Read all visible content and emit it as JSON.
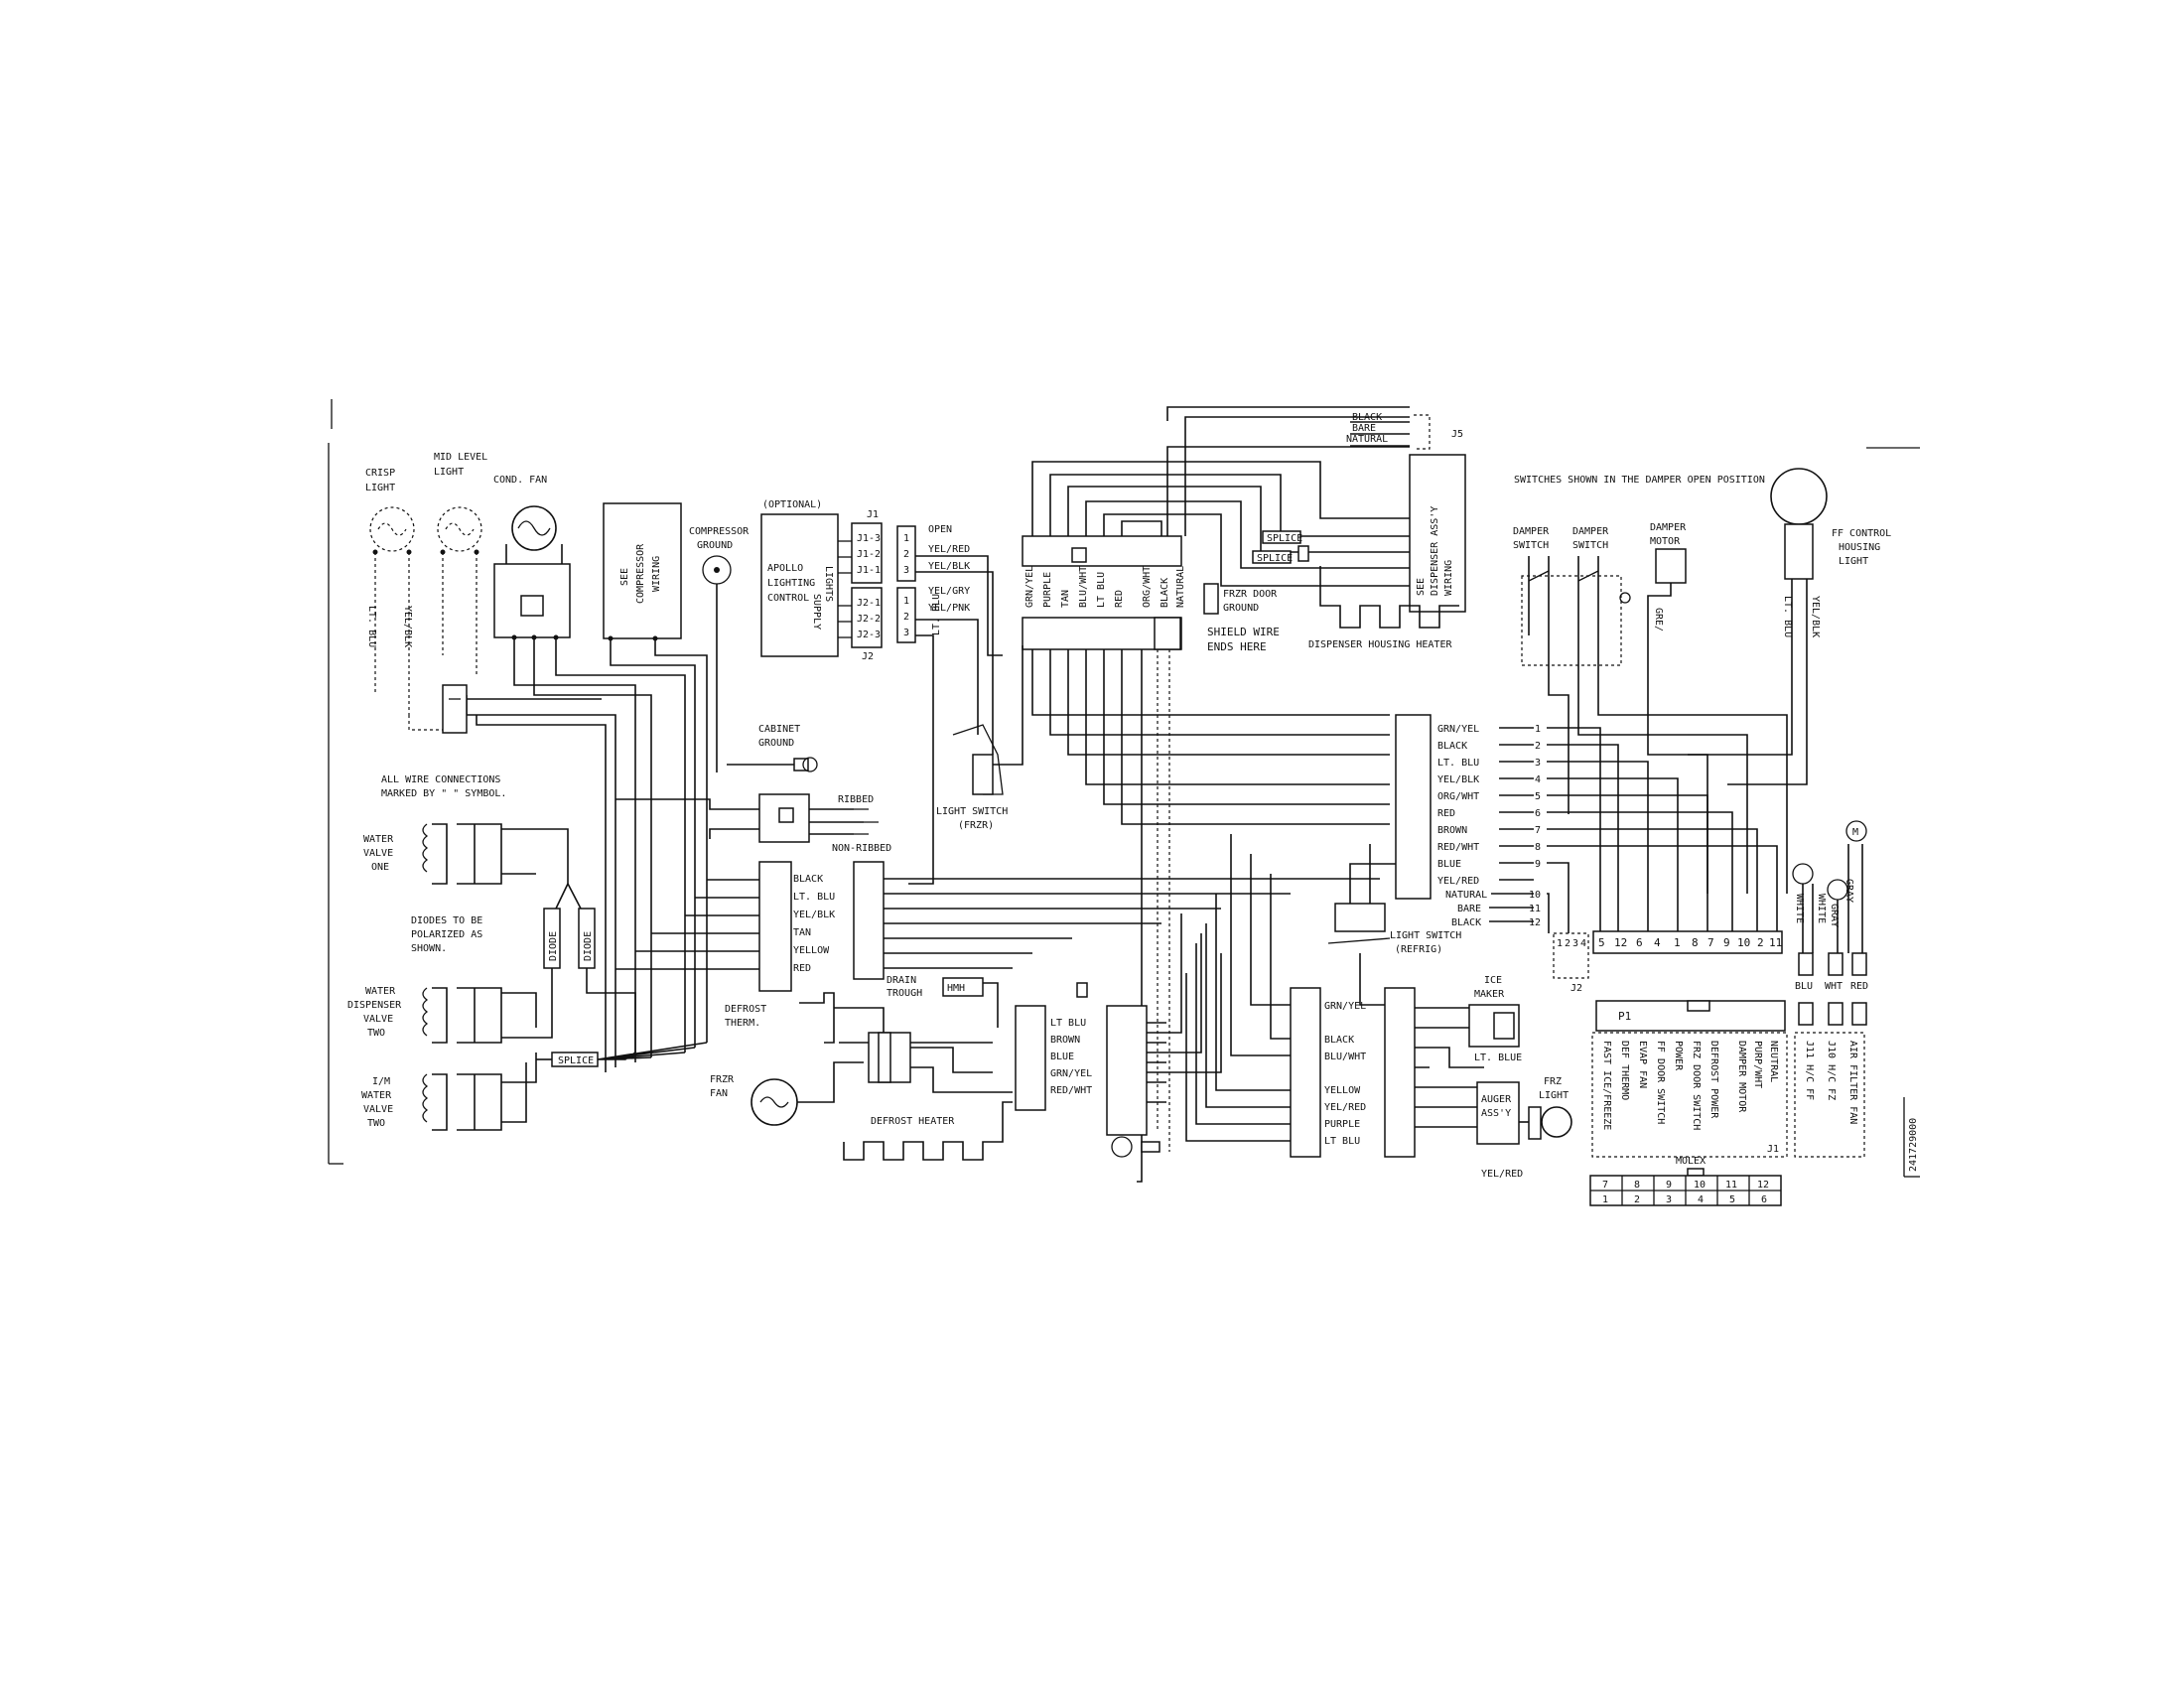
{
  "labels": {
    "crisp_light": [
      "CRISP",
      "LIGHT"
    ],
    "mid_level_light": [
      "MID LEVEL",
      "LIGHT"
    ],
    "cond_fan": "COND. FAN",
    "see_compressor_wiring": [
      "SEE",
      "COMPRESSOR",
      "WIRING"
    ],
    "compressor_ground": [
      "COMPRESSOR",
      "GROUND"
    ],
    "optional": "(OPTIONAL)",
    "apollo": [
      "APOLLO",
      "LIGHTING",
      "CONTROL"
    ],
    "lights": "LIGHTS",
    "supply": "SUPPLY",
    "j1": "J1",
    "j2": "J2",
    "j5": "J5",
    "j1_pins": [
      "J1-3",
      "J1-2",
      "J1-1"
    ],
    "j2_pins": [
      "J2-1",
      "J2-2",
      "J2-3"
    ],
    "plug_left_nums": [
      "1",
      "2",
      "3"
    ],
    "plug_right_nums": [
      "1",
      "2",
      "3"
    ],
    "wire_open": "OPEN",
    "wire_yel_red": "YEL/RED",
    "wire_yel_blk": "YEL/BLK",
    "wire_yel_gry": "YEL/GRY",
    "wire_yel_pnk": "YEL/PNK",
    "lt_blu": "LT. BLU",
    "yel_blk": "YEL/BLK",
    "top_conn_wires": [
      "GRN/YEL",
      "PURPLE",
      "TAN",
      "BLU/WHT",
      "LT BLU",
      "RED",
      "ORG/WHT",
      "BLACK",
      "NATURAL"
    ],
    "j5_wires": [
      "BLACK",
      "BARE",
      "NATURAL"
    ],
    "frzr_door_ground": [
      "FRZR DOOR",
      "GROUND"
    ],
    "shield_wire": [
      "SHIELD WIRE",
      "ENDS HERE"
    ],
    "splice": "SPLICE",
    "see_dispenser": [
      "SEE",
      "DISPENSER ASS'Y",
      "WIRING"
    ],
    "dispenser_housing_heater": "DISPENSER HOUSING HEATER",
    "switches_note": "SWITCHES SHOWN IN THE DAMPER OPEN POSITION",
    "damper_switch_1": [
      "DAMPER",
      "SWITCH"
    ],
    "damper_switch_2": [
      "DAMPER",
      "SWITCH"
    ],
    "damper_motor": [
      "DAMPER",
      "MOTOR"
    ],
    "gre": "GRE/",
    "ff_control_housing_light": [
      "FF CONTROL",
      "HOUSING",
      "LIGHT"
    ],
    "cabinet_ground": [
      "CABINET",
      "GROUND"
    ],
    "all_wire_connections": [
      "ALL WIRE CONNECTIONS",
      "MARKED BY \"  \" SYMBOL."
    ],
    "ribbed": "RIBBED",
    "non_ribbed": "NON-RIBBED",
    "light_switch_frzr": [
      "LIGHT SWITCH",
      "(FRZR)"
    ],
    "right_conn_wires": [
      "GRN/YEL",
      "BLACK",
      "LT. BLU",
      "YEL/BLK",
      "ORG/WHT",
      "RED",
      "BROWN",
      "RED/WHT",
      "BLUE",
      "YEL/RED"
    ],
    "natural_bare_black": [
      "NATURAL",
      "BARE",
      "BLACK"
    ],
    "right_pin_nums": [
      "1",
      "2",
      "3",
      "4",
      "5",
      "6",
      "7",
      "8",
      "9",
      "10",
      "11",
      "12"
    ],
    "j2_row": [
      "1",
      "2",
      "3",
      "4"
    ],
    "j2_label": "J2",
    "j1_header": [
      "5",
      "12",
      "6",
      "4",
      "1",
      "8",
      "7",
      "9",
      "10",
      "2",
      "11"
    ],
    "light_switch_refrig": [
      "LIGHT SWITCH",
      "(REFRIG)"
    ],
    "water_valve_one": [
      "WATER",
      "VALVE",
      "ONE"
    ],
    "diodes_note": [
      "DIODES TO BE",
      "POLARIZED AS",
      "SHOWN."
    ],
    "diode": "DIODE",
    "water_dispenser_valve_two": [
      "WATER",
      "DISPENSER",
      "VALVE",
      "TWO"
    ],
    "im_water_valve_two": [
      "I/M",
      "WATER",
      "VALVE",
      "TWO"
    ],
    "mid_conn_wires": [
      "BLACK",
      "LT. BLU",
      "YEL/BLK",
      "TAN",
      "YELLOW",
      "RED"
    ],
    "drain_trough": [
      "DRAIN",
      "TROUGH"
    ],
    "defrost_therm": [
      "DEFROST",
      "THERM."
    ],
    "frzr_fan": [
      "FRZR",
      "FAN"
    ],
    "defrost_heater": "DEFROST HEATER",
    "df_conn_wires": [
      "LT BLU",
      "BROWN",
      "BLUE",
      "GRN/YEL",
      "RED/WHT"
    ],
    "bottom_conn_wires": [
      "GRN/YEL",
      "BLACK",
      "BLU/WHT",
      "YELLOW",
      "YEL/RED",
      "PURPLE",
      "LT BLU"
    ],
    "ice_maker": [
      "ICE",
      "MAKER"
    ],
    "ice_lt_blue": "LT. BLUE",
    "auger": [
      "AUGER",
      "ASS'Y"
    ],
    "frz_light": [
      "FRZ",
      "LIGHT"
    ],
    "yel_red_bottom": "YEL/RED",
    "fan_wires": [
      "WHITE",
      "WHITE",
      "GRAY",
      "GRAY"
    ],
    "fan_colors": [
      "BLU",
      "WHT",
      "RED"
    ],
    "p1": "P1",
    "j1_bottom": "J1",
    "j1_functions": [
      "FAST ICE/FREEZE",
      "DEF THERMO",
      "EVAP FAN",
      "FF DOOR SWITCH",
      "POWER",
      "FRZ DOOR SWITCH",
      "DEFROST POWER",
      "DAMPER MOTOR",
      "PURP/WHT",
      "NEUTRAL"
    ],
    "fan_functions": [
      "J11 H/C FF",
      "J10 H/C FZ",
      "AIR FILTER FAN"
    ],
    "molex": "MOLEX",
    "molex_top": [
      "7",
      "8",
      "9",
      "10",
      "11",
      "12"
    ],
    "molex_bottom": [
      "1",
      "2",
      "3",
      "4",
      "5",
      "6"
    ],
    "part_number": "241729000",
    "motor_m": "M"
  }
}
